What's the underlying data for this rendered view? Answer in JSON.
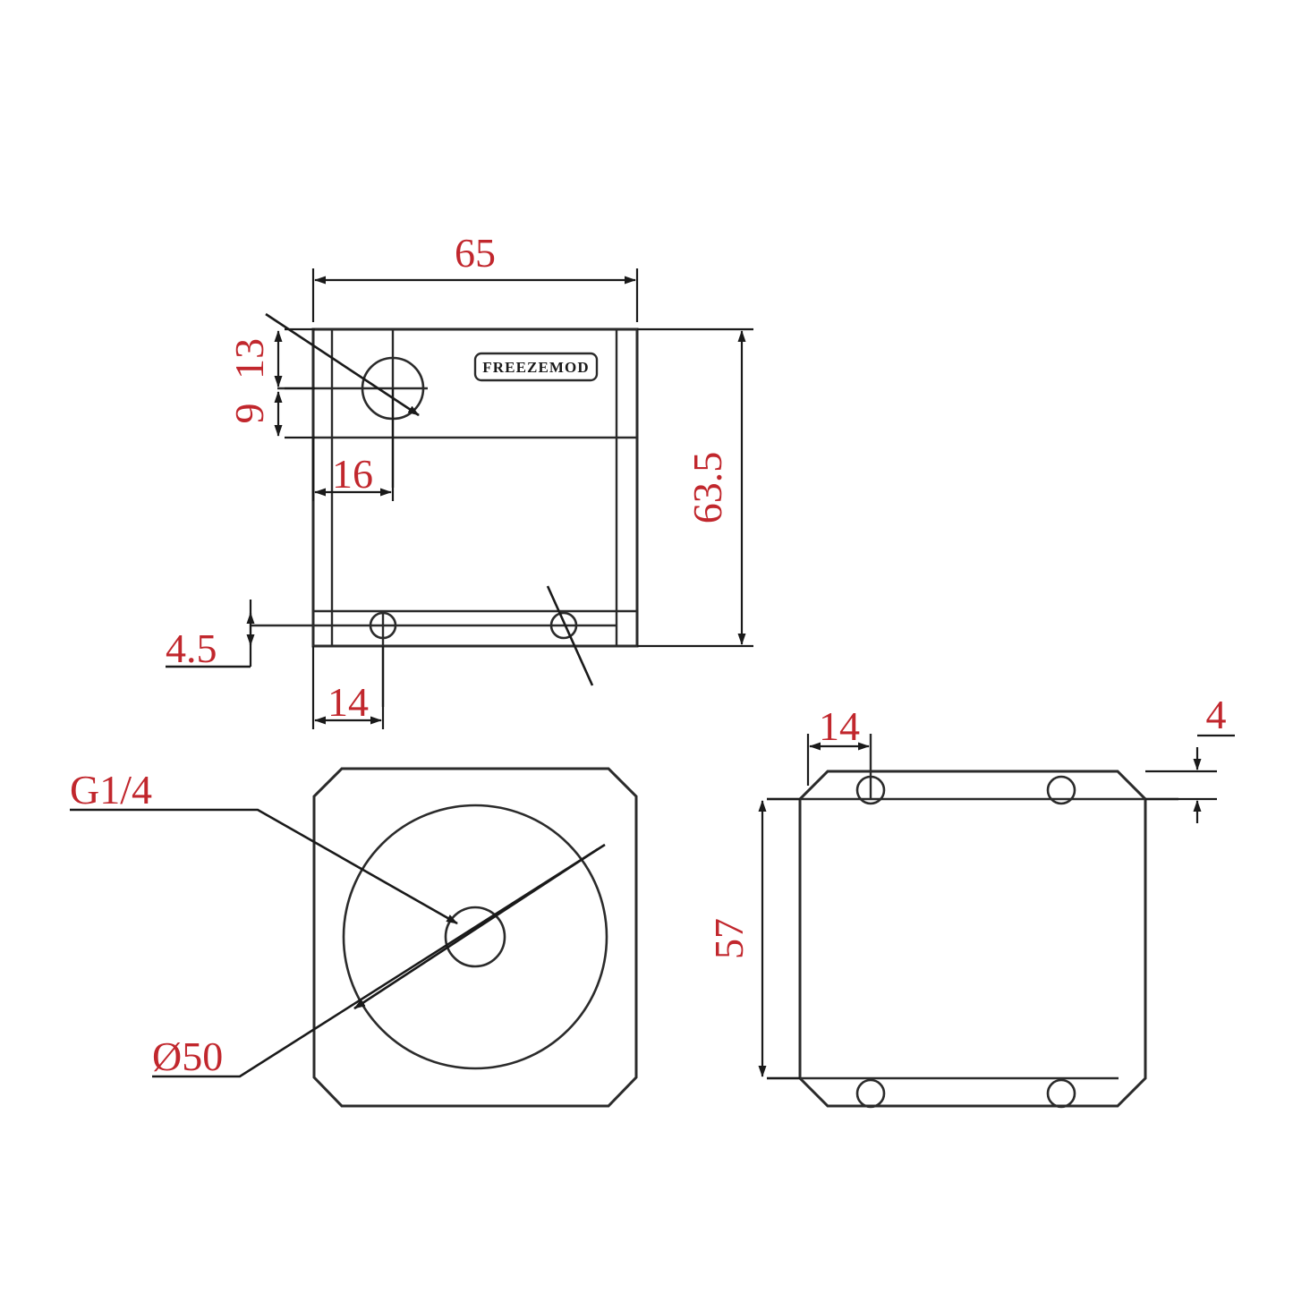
{
  "drawing": {
    "title": "FREEZEMOD water block technical drawing",
    "brand_label": "FREEZEMOD",
    "line_color": "#2b2b2b",
    "dimension_color": "#c1272d"
  },
  "views": {
    "top": {
      "name": "top-view",
      "dimensions": {
        "width": "65",
        "height": "63.5",
        "hole_offset_x": "16",
        "upper_hole_top": "13",
        "upper_hole_center": "9",
        "lower_hole_offset_x": "14",
        "bottom_strip": "4.5"
      }
    },
    "front": {
      "name": "front-view",
      "labels": {
        "thread": "G1/4",
        "bore": "Ø50"
      }
    },
    "side": {
      "name": "side-view",
      "dimensions": {
        "hole_offset_x": "14",
        "edge_thickness": "4",
        "height": "57"
      }
    }
  },
  "annotations": [
    {
      "id": "dim-65",
      "text": "65",
      "view": "top",
      "type": "linear-horizontal"
    },
    {
      "id": "dim-63-5",
      "text": "63.5",
      "view": "top",
      "type": "linear-vertical"
    },
    {
      "id": "dim-13",
      "text": "13",
      "view": "top",
      "type": "linear-vertical"
    },
    {
      "id": "dim-9",
      "text": "9",
      "view": "top",
      "type": "linear-vertical"
    },
    {
      "id": "dim-16",
      "text": "16",
      "view": "top",
      "type": "linear-horizontal"
    },
    {
      "id": "dim-4-5",
      "text": "4.5",
      "view": "top",
      "type": "linear-vertical-leader"
    },
    {
      "id": "dim-14-top",
      "text": "14",
      "view": "top",
      "type": "linear-horizontal"
    },
    {
      "id": "label-g14",
      "text": "G1/4",
      "view": "front",
      "type": "leader-note"
    },
    {
      "id": "label-d50",
      "text": "Ø50",
      "view": "front",
      "type": "leader-note"
    },
    {
      "id": "dim-14-side",
      "text": "14",
      "view": "side",
      "type": "linear-horizontal"
    },
    {
      "id": "dim-4",
      "text": "4",
      "view": "side",
      "type": "linear-vertical"
    },
    {
      "id": "dim-57",
      "text": "57",
      "view": "side",
      "type": "linear-vertical"
    }
  ]
}
